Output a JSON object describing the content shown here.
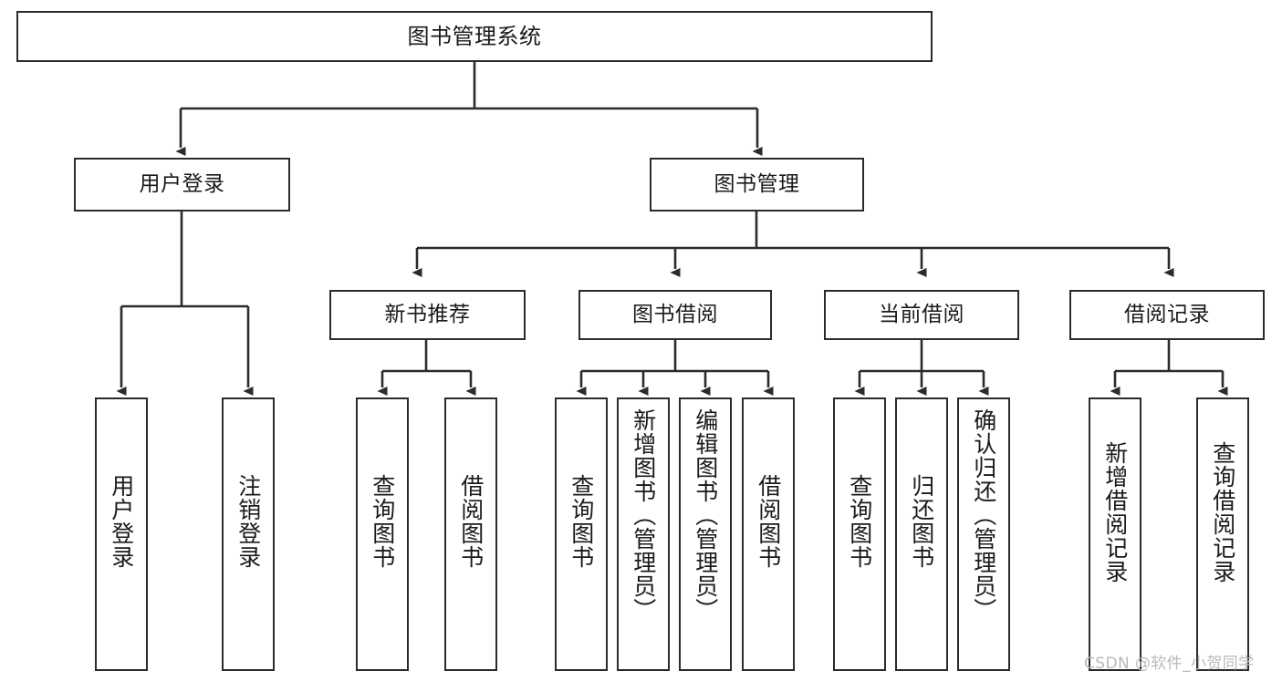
{
  "diagram": {
    "type": "hierarchy-tree",
    "title": "图书管理系统",
    "colors": {
      "background": "#ffffff",
      "box_border": "#2b2b2b",
      "box_fill": "#ffffff",
      "text": "#1a1a1a",
      "connector": "#2b2b2b",
      "watermark": "#b9b9b9"
    },
    "root": {
      "label": "图书管理系统"
    },
    "level2": [
      {
        "label": "用户登录"
      },
      {
        "label": "图书管理"
      }
    ],
    "level3": [
      {
        "label": "新书推荐"
      },
      {
        "label": "图书借阅"
      },
      {
        "label": "当前借阅"
      },
      {
        "label": "借阅记录"
      }
    ],
    "leaves": {
      "user_login": [
        {
          "label": "用户登录"
        },
        {
          "label": "注销登录"
        }
      ],
      "new_book": [
        {
          "label": "查询图书"
        },
        {
          "label": "借阅图书"
        }
      ],
      "book_borrow": [
        {
          "label": "查询图书"
        },
        {
          "label": "新增图书（管理员）"
        },
        {
          "label": "编辑图书（管理员）"
        },
        {
          "label": "借阅图书"
        }
      ],
      "current_borrow": [
        {
          "label": "查询图书"
        },
        {
          "label": "归还图书"
        },
        {
          "label": "确认归还（管理员）"
        }
      ],
      "borrow_record": [
        {
          "label": "新增借阅记录"
        },
        {
          "label": "查询借阅记录"
        }
      ]
    },
    "watermark": "CSDN @软件_小贺同学"
  }
}
